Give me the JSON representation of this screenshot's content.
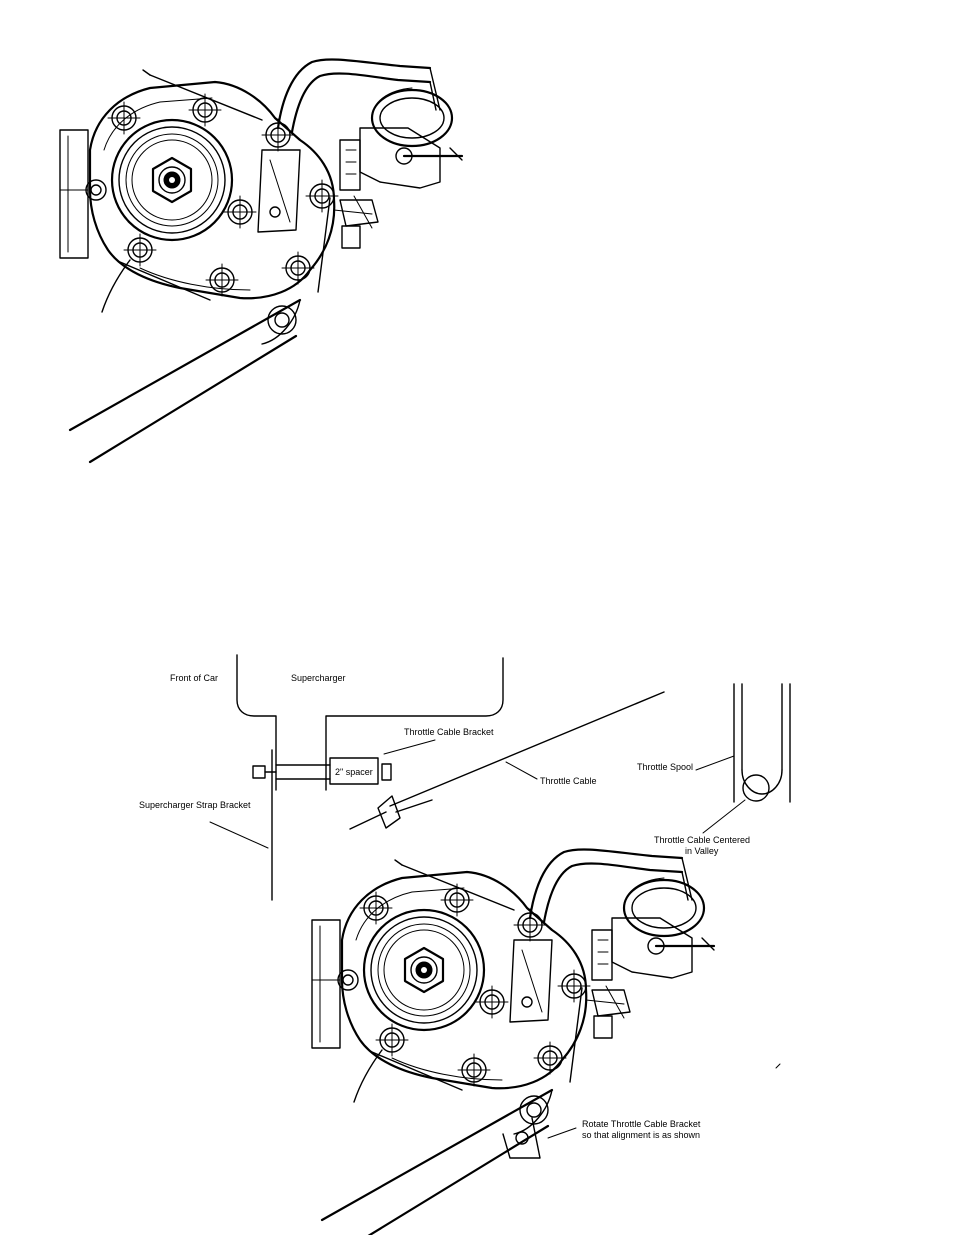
{
  "labels": {
    "front_of_car": "Front of Car",
    "supercharger": "Supercharger",
    "throttle_cable_bracket": "Throttle Cable Bracket",
    "spacer": "2\" spacer",
    "throttle_cable": "Throttle Cable",
    "throttle_spool": "Throttle Spool",
    "supercharger_strap_bracket": "Supercharger Strap Bracket",
    "cable_centered_line1": "Throttle Cable Centered",
    "cable_centered_line2": "in Valley",
    "rotate_line1": "Rotate Throttle Cable Bracket",
    "rotate_line2": "so that alignment is as shown"
  }
}
